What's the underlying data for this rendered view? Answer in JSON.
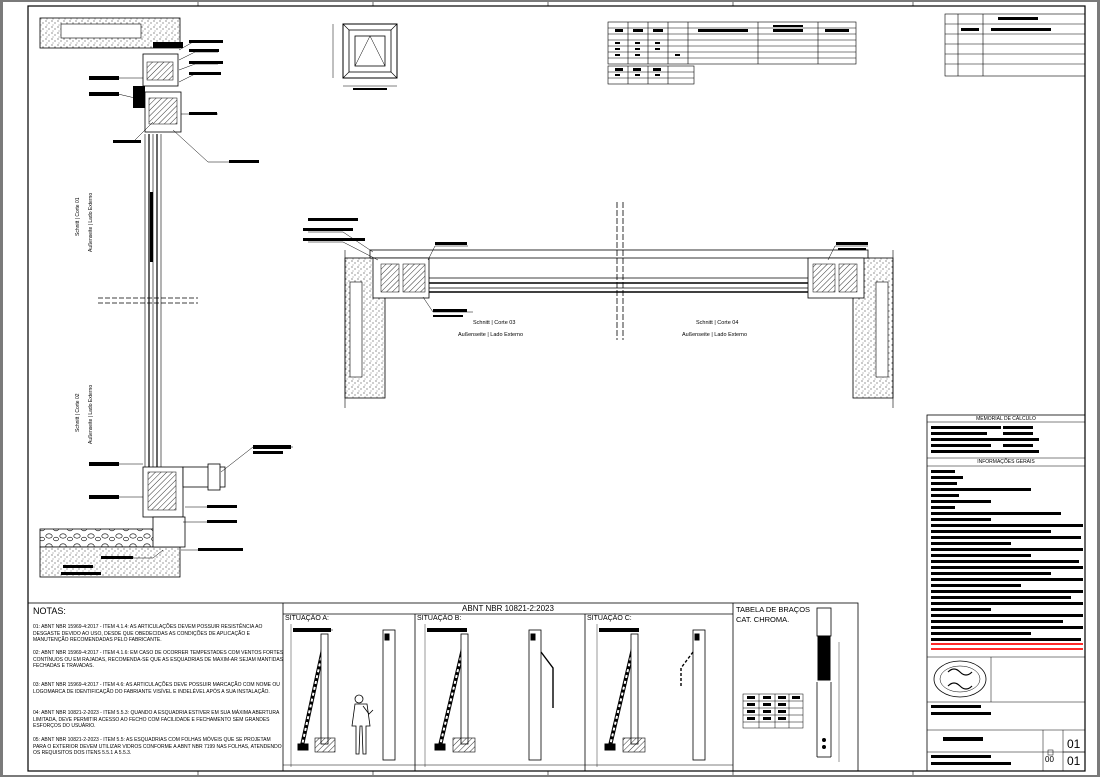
{
  "notes": {
    "title": "NOTAS:",
    "items": [
      "01: ABNT NBR 15969-4:2017 - ITEM 4.1.4: AS ARTICULAÇÕES DEVEM POSSUIR RESISTÊNCIA AO DESGASTE DEVIDO AO USO, DESDE QUE OBEDECIDAS AS CONDIÇÕES DE APLICAÇÃO E MANUTENÇÃO RECOMENDADAS PELO FABRICANTE.",
      "02: ABNT NBR 15969-4:2017 - ITEM 4.1.6: EM CASO DE OCORRER TEMPESTADES COM VENTOS FORTES CONTÍNUOS OU EM RAJADAS, RECOMENDA-SE QUE AS ESQUADRIAS DE MAXIM-AR SEJAM MANTIDAS FECHADAS E TRAVADAS.",
      "03: ABNT NBR 15969-4:2017 - ITEM 4.6: AS ARTICULAÇÕES DEVE POSSUIR MARCAÇÃO COM NOME OU LOGOMARCA DE IDENTIFICAÇÃO DO FABRIANTE VISÍVEL E INDELÉVEL APÓS A SUA INSTALAÇÃO.",
      "04: ABNT NBR 10821-2-2023 - ITEM 5.5.3: QUANDO A ESQUADRIA ESTIVER EM SUA MÁXIMA ABERTURA LIMITADA, DEVE PERMITIR ACESSO AO FECHO COM FACILIDADE E FECHAMENTO SEM GRANDES ESFORÇOS DO USUÁRIO.",
      "05: ABNT NBR 10821-2-2023 - ITEM 5.5: AS ESQUADRIAS COM FOLHAS MÓVEIS QUE SE PROJETAM PARA O EXTERIOR DEVEM UTILIZAR VIDROS CONFORME A ABNT NBR 7199 NAS FOLHAS, ATENDENDO OS REQUISITOS DOS ITENS 5.5.1 A 5.5.3."
    ]
  },
  "abnt": {
    "title": "ABNT NBR 10821-2:2023",
    "situations": [
      "SITUAÇÃO A:",
      "SITUAÇÃO B:",
      "SITUAÇÃO C:"
    ]
  },
  "bracos": {
    "title_line1": "TABELA DE BRAÇOS",
    "title_line2": "CAT. CHROMA."
  },
  "sections": {
    "corte01": "Schnitt | Corte 01",
    "corte02": "Schnitt | Corte 02",
    "corte03": "Schnitt | Corte 03",
    "corte04": "Schnitt | Corte 04",
    "externo": "Außenseite | Lado Externo"
  },
  "right_panel": {
    "memorial": "MEMORIAL DE CÁLCULO",
    "info": "INFORMAÇÕES GERAIS"
  },
  "titleblock": {
    "rev": "00",
    "sheet": "01",
    "sheet_total": "01"
  },
  "colors": {
    "redline": "#ff2a2a",
    "sheet": "#ffffff",
    "ink": "#000000",
    "frame": "#7a7a7a"
  }
}
